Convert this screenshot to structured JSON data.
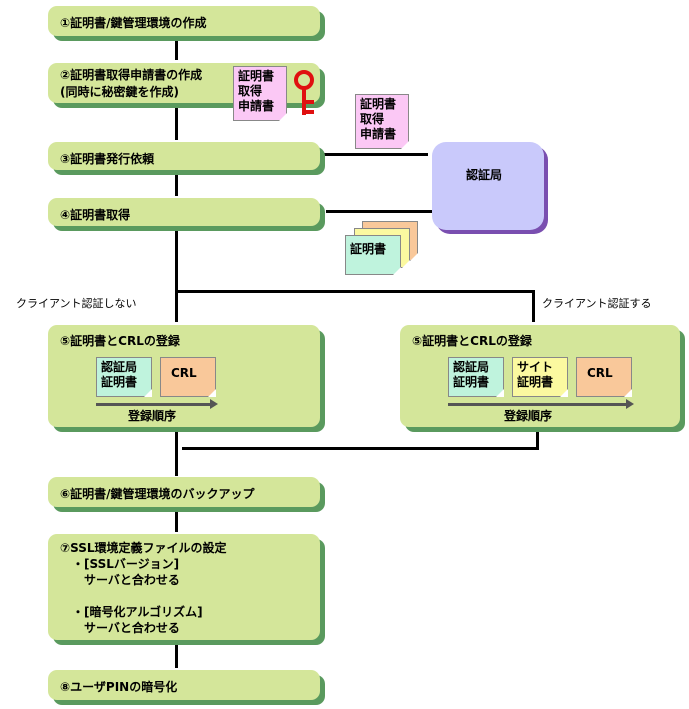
{
  "steps": {
    "s1": "①証明書/鍵管理環境の作成",
    "s2": "②証明書取得申請書の作成\n(同時に秘密鍵を作成)",
    "s3": "③証明書発行依頼",
    "s4": "④証明書取得",
    "s5_left": "⑤証明書とCRLの登録",
    "s5_right": "⑤証明書とCRLの登録",
    "s6": "⑥証明書/鍵管理環境のバックアップ",
    "s7": "⑦SSL環境定義ファイルの設定\n　・[SSLバージョン]\n　　サーバと合わせる\n\n　・[暗号化アルゴリズム]\n　　サーバと合わせる",
    "s8": "⑧ユーザPINの暗号化"
  },
  "docs": {
    "request": "証明書\n取得\n申請書",
    "request_sent": "証明書\n取得\n申請書",
    "certificate": "証明書",
    "ca_cert": "認証局\n証明書",
    "site_cert": "サイト\n証明書",
    "crl": "CRL"
  },
  "ca": {
    "label": "認証局"
  },
  "branches": {
    "no_client_auth": "クライアント認証しない",
    "client_auth": "クライアント認証する"
  },
  "order_label": "登録順序",
  "icons": {
    "key": "key-icon"
  }
}
